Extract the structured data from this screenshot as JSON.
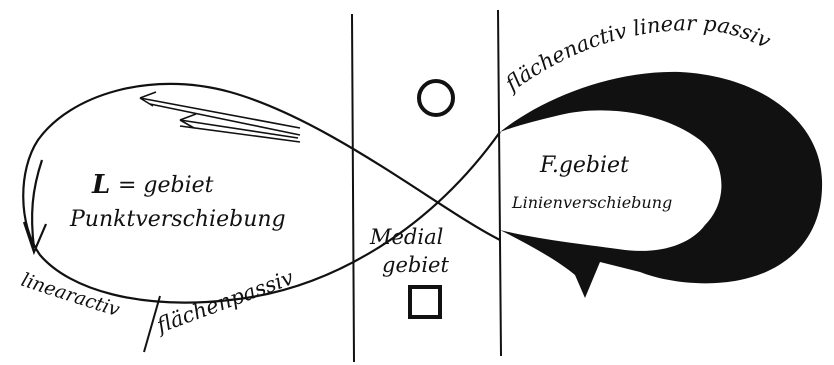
{
  "labels": {
    "l_region_letter": "L",
    "l_region_rest": "= gebiet",
    "l_region_sub": "Punktverschiebung",
    "f_region_title": "F.gebiet",
    "f_region_sub": "Linienverschiebung",
    "medial_line1": "Medial",
    "medial_line2": "gebiet",
    "top_right_arc": "flächenactiv linear passiv",
    "bottom_left_1": "linearactiv",
    "bottom_left_2": "flächenpassiv"
  },
  "colors": {
    "ink": "#111111",
    "paper": "#ffffff"
  }
}
